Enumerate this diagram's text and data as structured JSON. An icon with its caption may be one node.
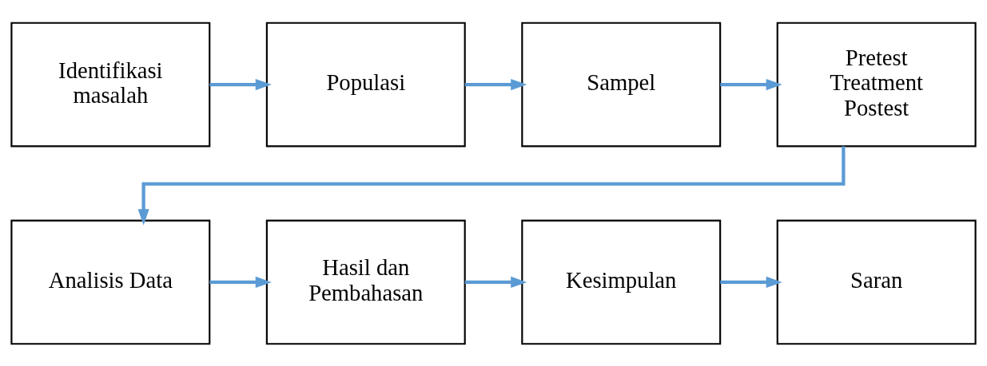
{
  "diagram": {
    "nodes": [
      {
        "text": [
          "Identifikasi masalah"
        ]
      },
      {
        "text": [
          "Populasi"
        ]
      },
      {
        "text": [
          "Sampel"
        ]
      },
      {
        "text": [
          "Pretest Treatment Postest"
        ]
      },
      {
        "text": [
          "Analisis Data"
        ]
      },
      {
        "text": [
          "Hasil dan Pembahasan"
        ]
      },
      {
        "text": [
          "Kesimpulan"
        ]
      },
      {
        "text": [
          "Saran"
        ]
      }
    ],
    "edges": [
      {
        "from": 0,
        "to": 1,
        "arrow": "to"
      },
      {
        "from": 1,
        "to": 2,
        "arrow": "to"
      },
      {
        "from": 2,
        "to": 3,
        "arrow": "to"
      },
      {
        "from": 3,
        "to": 4,
        "arrow": "to"
      },
      {
        "from": 4,
        "to": 5,
        "arrow": "to"
      },
      {
        "from": 5,
        "to": 6,
        "arrow": "to"
      },
      {
        "from": 6,
        "to": 7,
        "arrow": "to"
      }
    ]
  }
}
